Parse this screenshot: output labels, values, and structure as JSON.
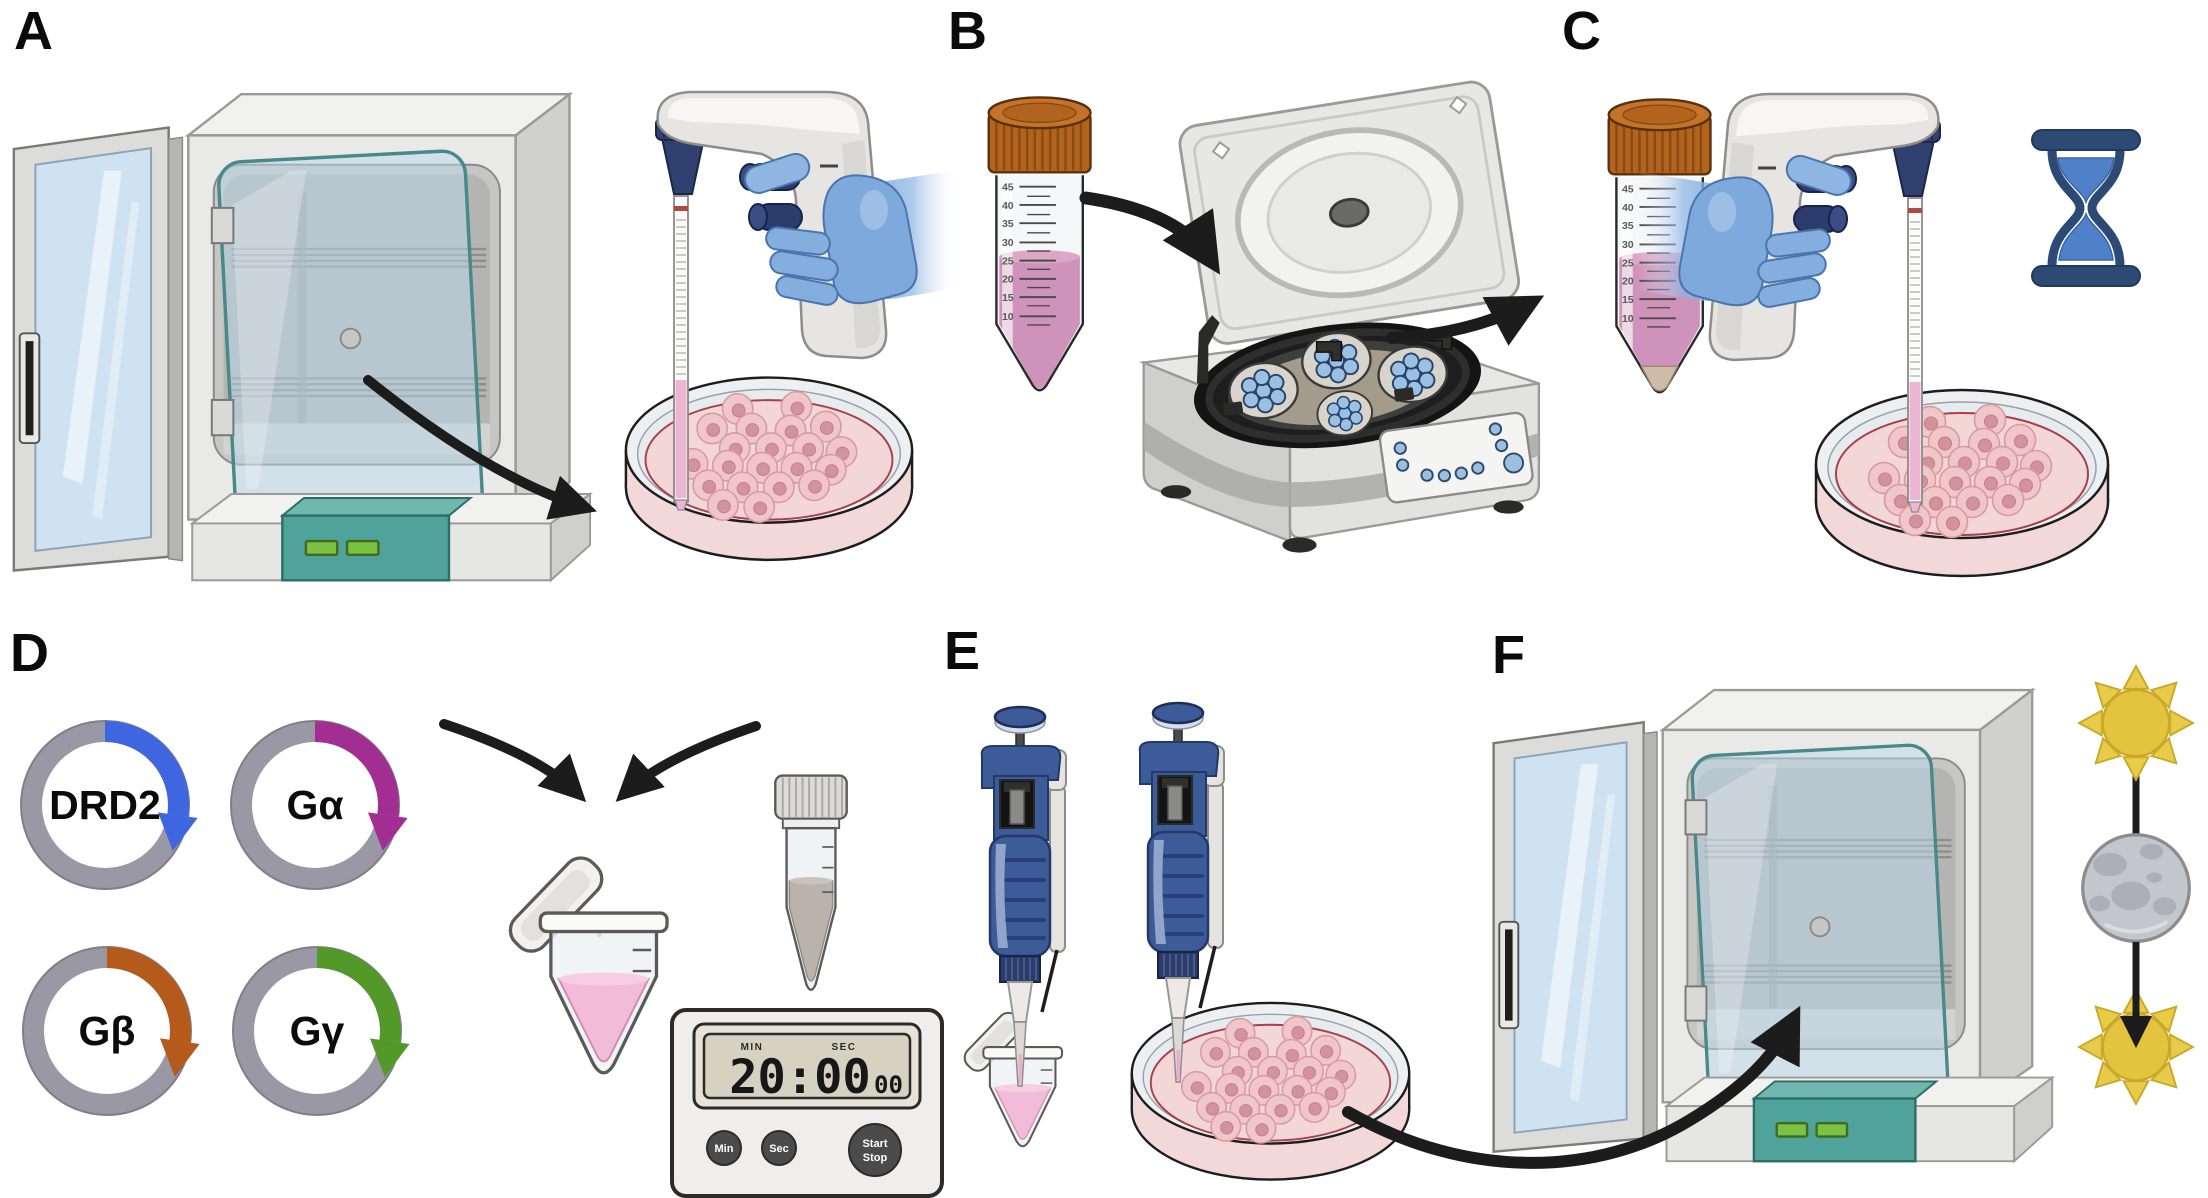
{
  "figure": {
    "type": "cell-culture-transfection-protocol-diagram",
    "background": "#ffffff",
    "panel_labels": {
      "a": "A",
      "b": "B",
      "c": "C",
      "d": "D",
      "e": "E",
      "f": "F"
    }
  },
  "panel_d": {
    "plasmids": [
      {
        "name": "DRD2",
        "color": "#3d66e0"
      },
      {
        "name": "Gα",
        "color": "#a22e92"
      },
      {
        "name": "Gβ",
        "color": "#b45a1b"
      },
      {
        "name": "Gγ",
        "color": "#52992a"
      }
    ],
    "timer": {
      "min_label": "MIN",
      "sec_label": "SEC",
      "time_main": "20:00",
      "time_sub": "00",
      "buttons": {
        "min": "Min",
        "sec": "Sec",
        "start_line1": "Start",
        "start_line2": "Stop"
      }
    }
  },
  "falcon_tube": {
    "graduations": [
      "45",
      "40",
      "35",
      "30",
      "25",
      "20",
      "15",
      "10"
    ]
  },
  "icons": [
    "hourglass-icon",
    "sun-icon",
    "moon-icon",
    "arrow-icon"
  ],
  "colors": {
    "accent_teal": "#4fa39b",
    "indicator_green": "#7cc144",
    "media_pink": "#f3d6d6",
    "liquid_pink": "#cf93bb",
    "cap_orange": "#b2641f",
    "pipette_blue": "#3d5a99",
    "glove_blue": "#7da9dc",
    "hourglass_navy": "#2c4a73",
    "sun_yellow": "#e4c43e",
    "arrow_black": "#1c1c1c",
    "plasmid_ring_gray": "#9b98a5"
  }
}
